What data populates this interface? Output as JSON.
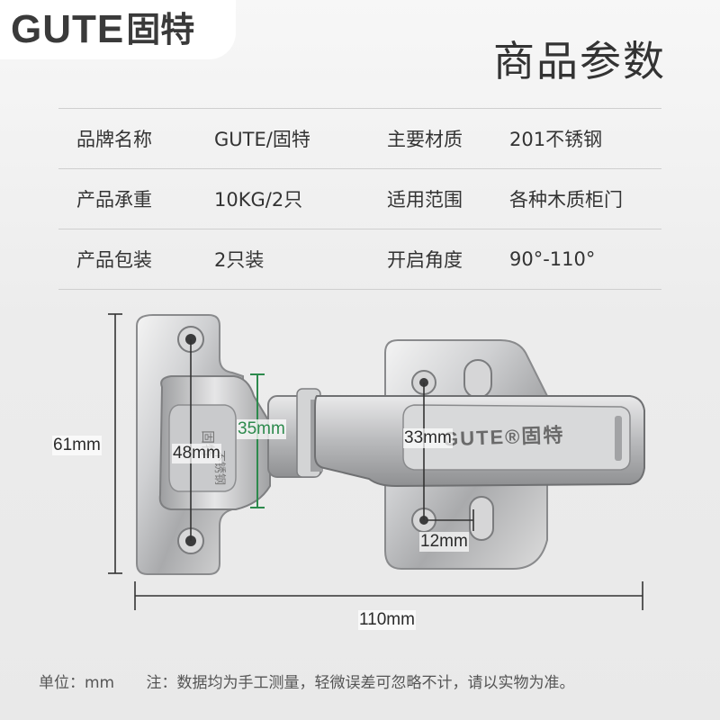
{
  "logo": {
    "brand_en": "GUTE",
    "brand_cn": "固特"
  },
  "title": "商品参数",
  "specs": [
    {
      "label1": "品牌名称",
      "value1": "GUTE/固特",
      "label2": "主要材质",
      "value2": "201不锈钢"
    },
    {
      "label1": "产品承重",
      "value1": "10KG/2只",
      "label2": "适用范围",
      "value2": "各种木质柜门"
    },
    {
      "label1": "产品包装",
      "value1": "2只装",
      "label2": "开启角度",
      "value2": "90°-110°"
    }
  ],
  "dimensions": {
    "height": "61mm",
    "width": "110mm",
    "cup_spacing": "48mm",
    "cup_depth": "35mm",
    "arm_spacing": "33mm",
    "slot": "12mm"
  },
  "product_marking": "GUTE®固特",
  "footer": {
    "unit": "单位：mm",
    "note": "注：数据均为手工测量，轻微误差可忽略不计，请以实物为准。"
  },
  "colors": {
    "accent_green": "#2d8a4d",
    "text": "#333333",
    "divider": "#cfcfcf"
  }
}
